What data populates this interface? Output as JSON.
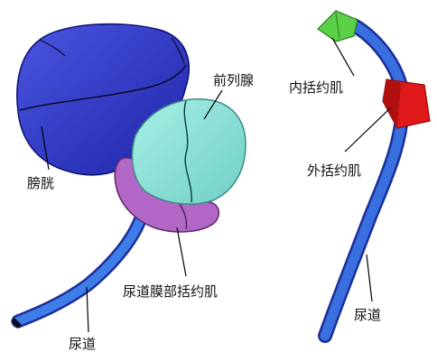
{
  "labels": {
    "bladder": "膀胱",
    "prostate": "前列腺",
    "urethra_left": "尿道",
    "membranous_sphincter": "尿道膜部括约肌",
    "internal_sphincter": "内括约肌",
    "external_sphincter": "外括约肌",
    "urethra_right": "尿道"
  },
  "colors": {
    "bladder": "#2f36c4",
    "prostate": "#8fe0d6",
    "sphincter_membranous": "#b36ac4",
    "urethra": "#3a6fe0",
    "internal_sphincter": "#5ad046",
    "external_sphincter": "#e01a1a",
    "outline": "#101010"
  }
}
